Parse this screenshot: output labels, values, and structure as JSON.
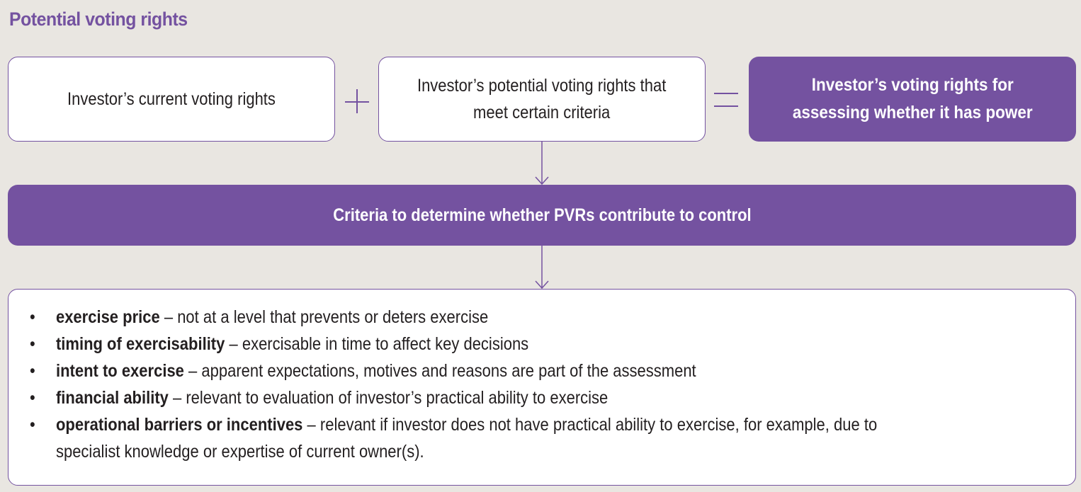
{
  "title": "Potential voting rights",
  "colors": {
    "accent": "#7452a0",
    "background": "#e9e6e1",
    "box_fill": "#ffffff",
    "text": "#231f20"
  },
  "equation": {
    "term1": "Investor’s current voting rights",
    "operator1": "+",
    "term2_line1": "Investor’s potential voting rights that",
    "term2_line2": "meet certain criteria",
    "operator2": "=",
    "result_line1": "Investor’s voting rights for",
    "result_line2": "assessing whether it has power"
  },
  "banner": {
    "label": "Criteria to determine whether PVRs contribute to control"
  },
  "criteria": {
    "bullet": "•",
    "items": [
      {
        "term": "exercise price",
        "description": " – not at a level that prevents or deters exercise"
      },
      {
        "term": "timing of exercisability",
        "description": " – exercisable in time to affect key decisions"
      },
      {
        "term": "intent to exercise",
        "description": " – apparent expectations, motives and reasons are part of the assessment"
      },
      {
        "term": "financial ability",
        "description": " – relevant to evaluation of investor’s practical ability to exercise"
      },
      {
        "term": "operational barriers or incentives",
        "description": " – relevant if investor does not have practical ability to exercise, for example, due to",
        "continuation": "specialist knowledge or expertise of current owner(s)."
      }
    ]
  }
}
